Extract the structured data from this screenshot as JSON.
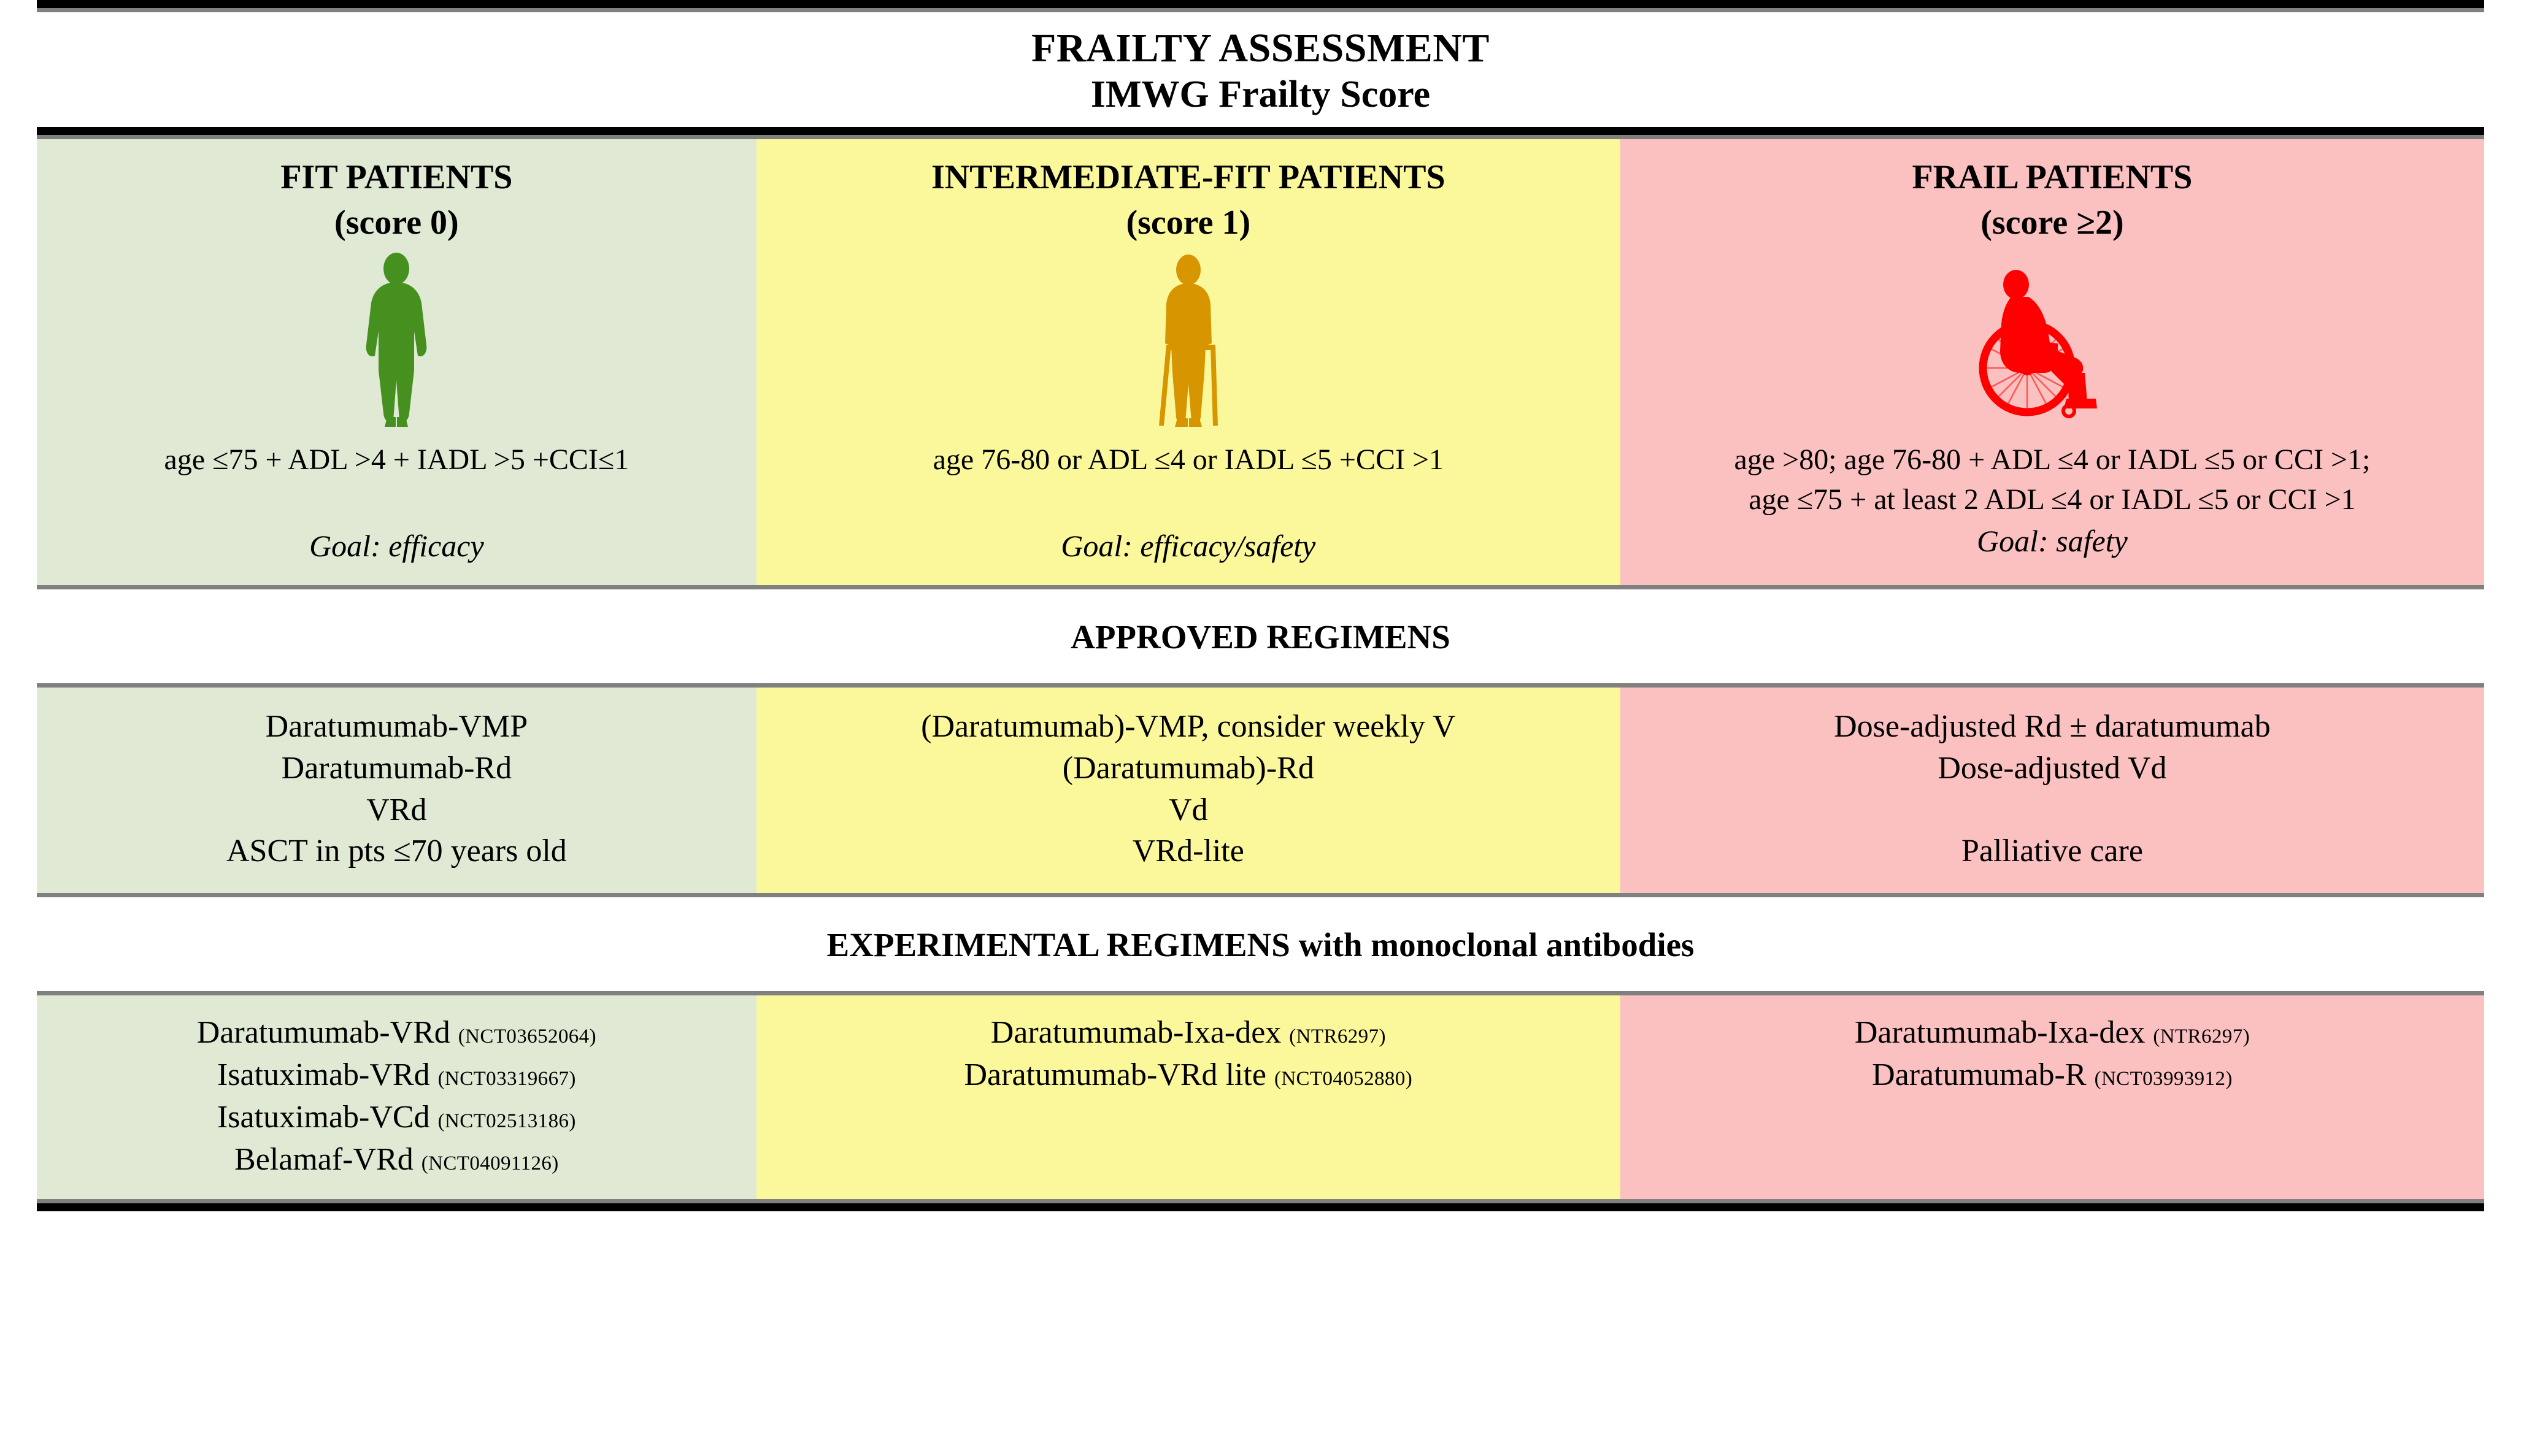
{
  "title": {
    "main": "FRAILTY ASSESSMENT",
    "sub": "IMWG Frailty Score"
  },
  "colors": {
    "fit_bg": "#dfe9d4",
    "intermediate_bg": "#fbf79b",
    "frail_bg": "#fbc0c0",
    "fit_icon": "#46901f",
    "intermediate_icon": "#d79500",
    "frail_icon": "#ff0000",
    "rule_dark": "#000000",
    "rule_light": "#808080"
  },
  "columns": [
    {
      "id": "fit",
      "head_line1": "FIT PATIENTS",
      "head_line2": "(score 0)",
      "icon": "standing-person-icon",
      "criteria": [
        "age ≤75 + ADL >4 + IADL >5 +CCI≤1"
      ],
      "goal": "Goal: efficacy"
    },
    {
      "id": "intermediate",
      "head_line1": "INTERMEDIATE-FIT PATIENTS",
      "head_line2": "(score 1)",
      "icon": "person-with-walker-icon",
      "criteria": [
        "age 76-80 or ADL ≤4 or IADL ≤5 +CCI >1"
      ],
      "goal": "Goal: efficacy/safety"
    },
    {
      "id": "frail",
      "head_line1": "FRAIL PATIENTS",
      "head_line2": "(score ≥2)",
      "icon": "wheelchair-person-icon",
      "criteria": [
        "age >80; age 76-80 + ADL ≤4 or IADL ≤5 or CCI >1;",
        "age ≤75 + at least 2 ADL ≤4 or IADL ≤5 or CCI >1"
      ],
      "goal": "Goal: safety"
    }
  ],
  "approved": {
    "heading": "APPROVED REGIMENS",
    "fit": [
      {
        "name": "Daratumumab-VMP",
        "nct": ""
      },
      {
        "name": "Daratumumab-Rd",
        "nct": ""
      },
      {
        "name": "VRd",
        "nct": ""
      },
      {
        "name": "ASCT in pts ≤70 years old",
        "nct": ""
      }
    ],
    "intermediate": [
      {
        "name": "(Daratumumab)-VMP, consider weekly V",
        "nct": ""
      },
      {
        "name": "(Daratumumab)-Rd",
        "nct": ""
      },
      {
        "name": "Vd",
        "nct": ""
      },
      {
        "name": "VRd-lite",
        "nct": ""
      }
    ],
    "frail": [
      {
        "name": "Dose-adjusted Rd ± daratumumab",
        "nct": ""
      },
      {
        "name": "Dose-adjusted Vd",
        "nct": ""
      },
      {
        "name": "",
        "nct": ""
      },
      {
        "name": "Palliative care",
        "nct": ""
      }
    ]
  },
  "experimental": {
    "heading_bold": "EXPERIMENTAL REGIMENS",
    "heading_rest": " with monoclonal antibodies",
    "fit": [
      {
        "name": "Daratumumab-VRd",
        "nct": "(NCT03652064)"
      },
      {
        "name": "Isatuximab-VRd",
        "nct": "(NCT03319667)"
      },
      {
        "name": "Isatuximab-VCd",
        "nct": "(NCT02513186)"
      },
      {
        "name": "Belamaf-VRd",
        "nct": "(NCT04091126)"
      }
    ],
    "intermediate": [
      {
        "name": "Daratumumab-Ixa-dex",
        "nct": "(NTR6297)"
      },
      {
        "name": "Daratumumab-VRd lite",
        "nct": "(NCT04052880)"
      }
    ],
    "frail": [
      {
        "name": "Daratumumab-Ixa-dex",
        "nct": "(NTR6297)"
      },
      {
        "name": "Daratumumab-R",
        "nct": "(NCT03993912)"
      }
    ]
  }
}
